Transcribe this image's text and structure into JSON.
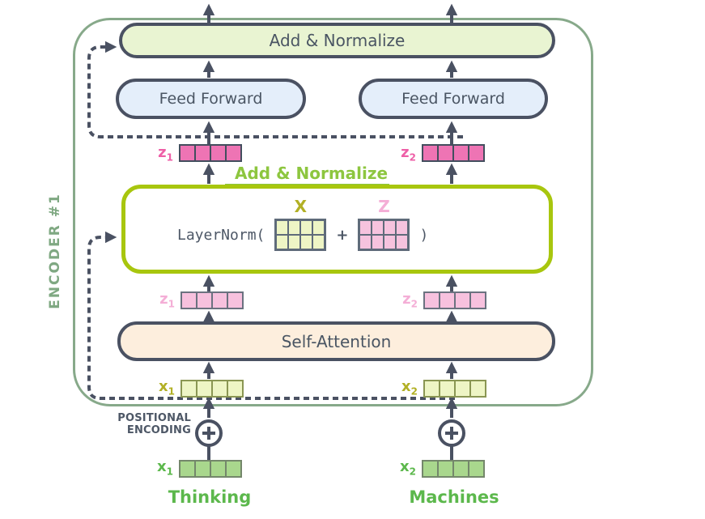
{
  "encoder": {
    "label": "ENCODER #1"
  },
  "blocks": {
    "add_normalize_top": {
      "label": "Add & Normalize"
    },
    "feed_forward_left": {
      "label": "Feed Forward"
    },
    "feed_forward_right": {
      "label": "Feed Forward"
    },
    "add_normalize_mid": {
      "title": "Add & Normalize",
      "formula_prefix": "LayerNorm(",
      "operator": "+",
      "formula_suffix": ")",
      "x_label": "X",
      "z_label": "Z"
    },
    "self_attention": {
      "label": "Self-Attention"
    }
  },
  "vectors": {
    "z1_top": {
      "base": "z",
      "sub": "1"
    },
    "z2_top": {
      "base": "z",
      "sub": "2"
    },
    "z1_mid": {
      "base": "z",
      "sub": "1"
    },
    "z2_mid": {
      "base": "z",
      "sub": "2"
    },
    "x1_mid": {
      "base": "x",
      "sub": "1"
    },
    "x2_mid": {
      "base": "x",
      "sub": "2"
    },
    "x1_bottom": {
      "base": "x",
      "sub": "1"
    },
    "x2_bottom": {
      "base": "x",
      "sub": "2"
    }
  },
  "positional_encoding": {
    "line1": "POSITIONAL",
    "line2": "ENCODING"
  },
  "input_words": {
    "left": "Thinking",
    "right": "Machines"
  },
  "colors": {
    "outline_green": "#87a98a",
    "encoder_text_green": "#7fa882",
    "arrow_dark_slate": "#4a5162",
    "add_normalize_fill": "#e9f4d2",
    "feed_forward_fill": "#e4eefa",
    "self_attention_fill": "#fdeedd",
    "layernorm_border": "#a8c60e",
    "mid_title_green": "#8dc63f",
    "magenta_vector": "#ee74b4",
    "light_pink_vector": "#f7c1de",
    "pale_yellow_vector": "#eef5c5",
    "green_vector": "#a9d78d",
    "word_green": "#5cb84c",
    "olive_label": "#b2b025"
  }
}
